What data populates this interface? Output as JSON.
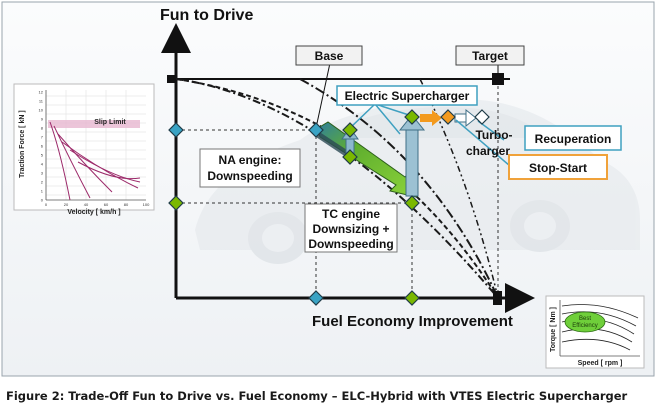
{
  "figure": {
    "y_axis_label": "Fun to Drive",
    "x_axis_label": "Fuel Economy Improvement",
    "labels": {
      "base": "Base",
      "target": "Target",
      "electric_supercharger": "Electric Supercharger",
      "turbocharger_line1": "Turbo-",
      "turbocharger_line2": "charger",
      "recuperation": "Recuperation",
      "stop_start": "Stop-Start",
      "na_engine_line1": "NA engine:",
      "na_engine_line2": "Downspeeding",
      "tc_engine_line1": "TC engine",
      "tc_engine_line2": "Downsizing +",
      "tc_engine_line3": "Downspeeding"
    },
    "inset_traction": {
      "title": "Slip Limit",
      "ylabel": "Traction Force [ kN ]",
      "xlabel": "Velocity [ km/h ]",
      "y_ticks": [
        "0",
        "1",
        "2",
        "3",
        "4",
        "5",
        "6",
        "7",
        "8",
        "9",
        "10",
        "11",
        "12"
      ],
      "x_ticks": [
        "0",
        "20",
        "40",
        "60",
        "80",
        "100"
      ]
    },
    "inset_torque": {
      "ylabel": "Torque [ Nm ]",
      "xlabel": "Speed [ rpm ]",
      "island_label_line1": "Best",
      "island_label_line2": "Efficiency"
    },
    "colors": {
      "diamond_blue": "#3aa3c4",
      "diamond_green": "#7ab800",
      "arrow_blue": "#8cb7cc",
      "arrow_green": "#6fb52c",
      "arrow_orange": "#f39a1e",
      "stop_start_border": "#f0a23a",
      "callout_line": "#3fa0c0"
    }
  },
  "caption": "Figure 2:  Trade-Off Fun to Drive vs. Fuel Economy – ELC-Hybrid with VTES Electric Supercharger"
}
